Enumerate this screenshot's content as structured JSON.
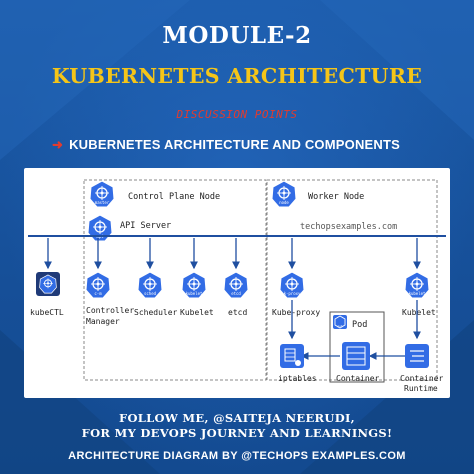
{
  "header": {
    "title": "MODULE-2",
    "subtitle": "KUBERNETES ARCHITECTURE",
    "discussion": "DISCUSSION POINTS",
    "point": "KUBERNETES ARCHITECTURE AND COMPONENTS"
  },
  "diagram": {
    "control_plane_label": "Control Plane Node",
    "worker_label": "Worker Node",
    "api_server_label": "API Server",
    "watermark": "techopsexamples.com",
    "control_badge": "master",
    "worker_badge": "node",
    "api_badge": "api",
    "components": {
      "kubectl": "kubeCTL",
      "controller_line1": "Controller",
      "controller_line2": "Manager",
      "controller_badge": "c-m",
      "scheduler": "Scheduler",
      "scheduler_badge": "sched",
      "kubelet_cp": "Kubelet",
      "kubelet_cp_badge": "kubelet",
      "etcd": "etcd",
      "etcd_badge": "etcd",
      "kubeproxy": "Kube-proxy",
      "kubeproxy_badge": "k-proxy",
      "kubelet_w": "Kubelet",
      "kubelet_w_badge": "kubelet",
      "pod": "Pod",
      "pod_badge": "pod",
      "iptables": "iptables",
      "container": "Container",
      "runtime_line1": "Container",
      "runtime_line2": "Runtime"
    },
    "colors": {
      "k8s_blue": "#326ce5",
      "line_blue": "#1f4fa0",
      "box_border": "#555555"
    }
  },
  "footer": {
    "line1": "FOLLOW ME, @SAITEJA NEERUDI,",
    "line2": "FOR MY DEVOPS JOURNEY AND LEARNINGS!",
    "line3": "ARCHITECTURE DIAGRAM BY @TECHOPS EXAMPLES.COM"
  }
}
